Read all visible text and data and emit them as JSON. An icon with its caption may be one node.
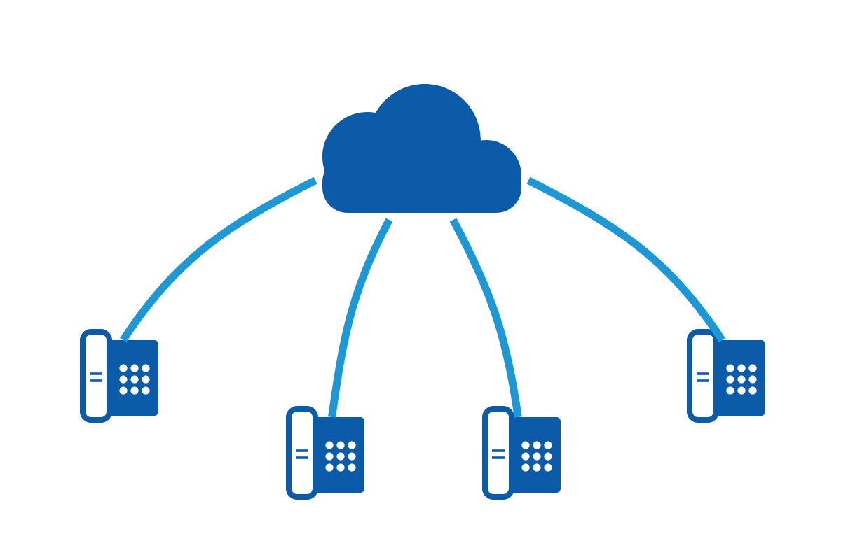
{
  "diagram": {
    "nodes": [
      {
        "text": [],
        "shape": "cloud"
      },
      {
        "text": [],
        "shape": "phone"
      },
      {
        "text": [],
        "shape": "phone"
      },
      {
        "text": [],
        "shape": "phone"
      },
      {
        "text": [],
        "shape": "phone"
      }
    ],
    "edges": [
      {
        "from": 0,
        "to": 1,
        "arrow": "none"
      },
      {
        "from": 0,
        "to": 2,
        "arrow": "none"
      },
      {
        "from": 0,
        "to": 3,
        "arrow": "none"
      },
      {
        "from": 0,
        "to": 4,
        "arrow": "none"
      }
    ]
  }
}
